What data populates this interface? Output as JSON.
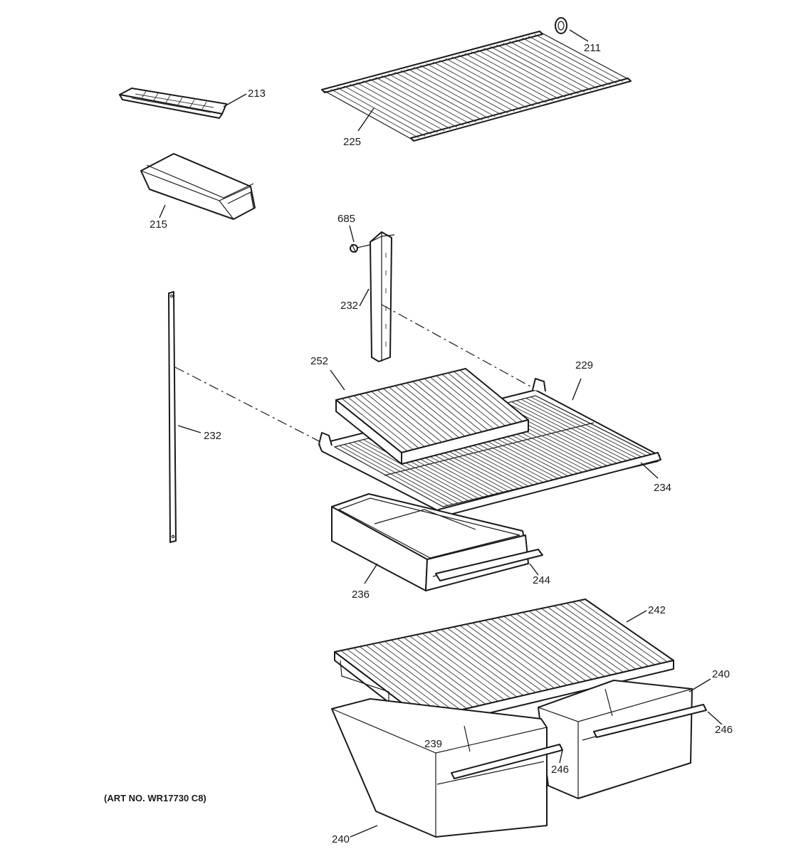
{
  "art_number": "(ART NO. WR17730 C8)",
  "callouts": {
    "c211": "211",
    "c213": "213",
    "c225": "225",
    "c215": "215",
    "c685": "685",
    "c232_upper": "232",
    "c252": "252",
    "c229": "229",
    "c232_left": "232",
    "c234": "234",
    "c236": "236",
    "c244": "244",
    "c242": "242",
    "c240_right": "240",
    "c246_right": "246",
    "c239": "239",
    "c246_mid": "246",
    "c240_bottom": "240"
  }
}
